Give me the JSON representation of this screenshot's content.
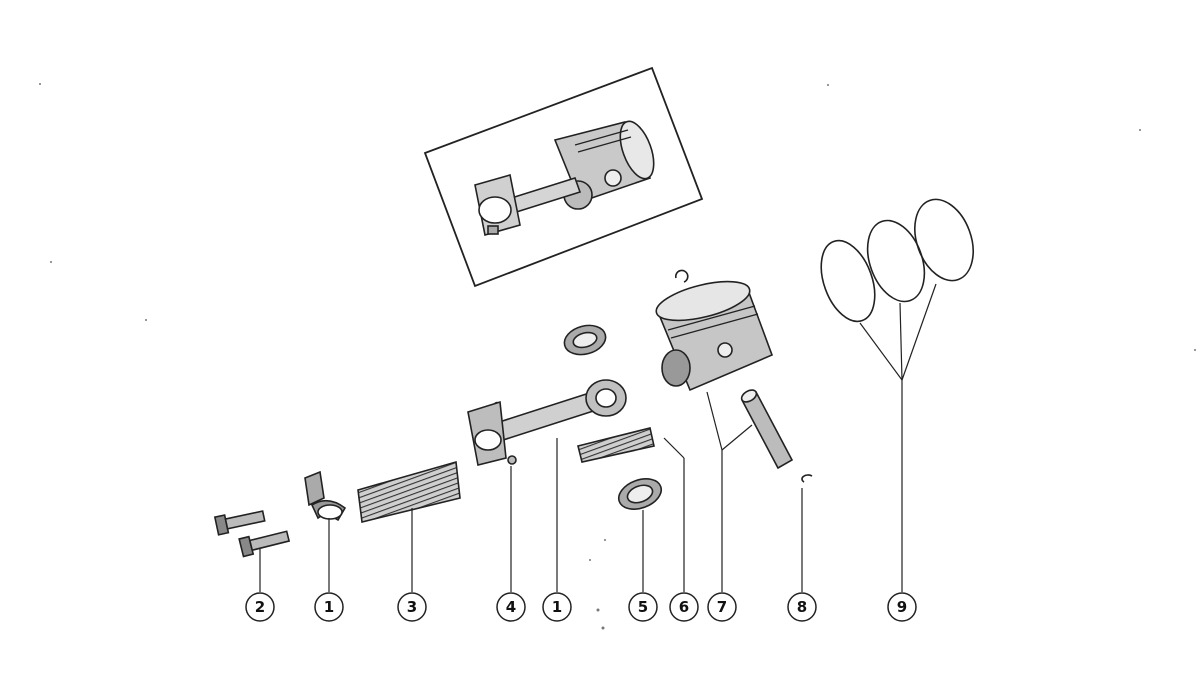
{
  "callouts": [
    {
      "id": "c-2a",
      "label": "2"
    },
    {
      "id": "c-1a",
      "label": "1"
    },
    {
      "id": "c-3",
      "label": "3"
    },
    {
      "id": "c-4",
      "label": "4"
    },
    {
      "id": "c-1b",
      "label": "1"
    },
    {
      "id": "c-5",
      "label": "5"
    },
    {
      "id": "c-6",
      "label": "6"
    },
    {
      "id": "c-7",
      "label": "7"
    },
    {
      "id": "c-8",
      "label": "8"
    },
    {
      "id": "c-9",
      "label": "9"
    }
  ],
  "colors": {
    "ink": "#222222",
    "shade": "#9a9a9a",
    "paper": "#ffffff"
  }
}
